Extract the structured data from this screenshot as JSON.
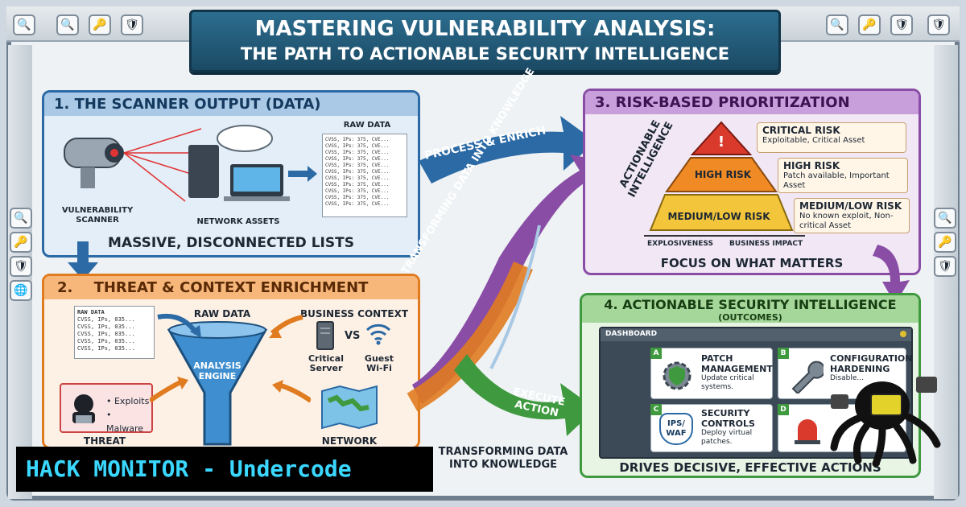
{
  "title": {
    "line1": "MASTERING VULNERABILITY ANALYSIS:",
    "line2": "THE PATH TO ACTIONABLE SECURITY INTELLIGENCE"
  },
  "scanner": {
    "header": "1. THE SCANNER OUTPUT (DATA)",
    "scanner_label": "VULNERABILITY SCANNER",
    "assets_label": "NETWORK ASSETS",
    "raw_label": "RAW DATA",
    "raw_line": "CVSS, IPs: 375, CVE...",
    "caption": "MASSIVE, DISCONNECTED LISTS"
  },
  "enrich": {
    "number": "2.",
    "header": "THREAT & CONTEXT ENRICHMENT",
    "raw_label": "RAW DATA",
    "raw_data_label": "RAW DATA",
    "raw_line": "CVSS, IPs, 035...",
    "business_context": "BUSINESS CONTEXT",
    "engine": "ANALYSIS ENGINE",
    "critical_server": "Critical Server",
    "vs": "VS",
    "guest_wifi": "Guest Wi-Fi",
    "threat_items": [
      "• Exploits",
      "• Malware"
    ],
    "threat_label": "THREAT",
    "network_label": "NETWORK"
  },
  "arrows": {
    "process": "PROCESS & ENRICH",
    "transform": "TRANSFORMING DATA INTO KNOWLEDGE",
    "execute": "EXECUTE ACTION",
    "bottom_transform": "TRANSFORMING DATA INTO KNOWLEDGE"
  },
  "risk": {
    "header": "3. RISK-BASED PRIORITIZATION",
    "axis_label": "ACTIONABLE INTELLIGENCE",
    "x_left": "EXPLOSIVENESS",
    "x_right": "BUSINESS IMPACT",
    "caption": "FOCUS ON WHAT MATTERS",
    "tiers": [
      {
        "label": "",
        "title": "CRITICAL RISK",
        "desc": "Exploitable, Critical Asset",
        "color": "#d93a2b"
      },
      {
        "label": "HIGH RISK",
        "title": "HIGH RISK",
        "desc": "Patch available, Important Asset",
        "color": "#f08a24"
      },
      {
        "label": "MEDIUM/LOW RISK",
        "title": "MEDIUM/LOW RISK",
        "desc": "No known exploit, Non-critical Asset",
        "color": "#f2c53b"
      }
    ]
  },
  "outcomes": {
    "header": "4. ACTIONABLE SECURITY INTELLIGENCE",
    "subheader": "(OUTCOMES)",
    "dashboard": "DASHBOARD",
    "caption": "DRIVES DECISIVE, EFFECTIVE ACTIONS",
    "cards": [
      {
        "letter": "A",
        "title": "PATCH MANAGEMENT",
        "desc": "Update critical systems."
      },
      {
        "letter": "B",
        "title": "CONFIGURATION HARDENING",
        "desc": "Disable..."
      },
      {
        "letter": "C",
        "title": "SECURITY CONTROLS",
        "desc": "Deploy virtual patches.",
        "badge": "IPS/ WAF"
      },
      {
        "letter": "D",
        "title": "",
        "desc": ""
      }
    ]
  },
  "banner": "HACK MONITOR - Undercode",
  "colors": {
    "blue": "#2b6aa5",
    "orange": "#e07b20",
    "purple": "#8a4da6",
    "green": "#3f9a3f"
  }
}
